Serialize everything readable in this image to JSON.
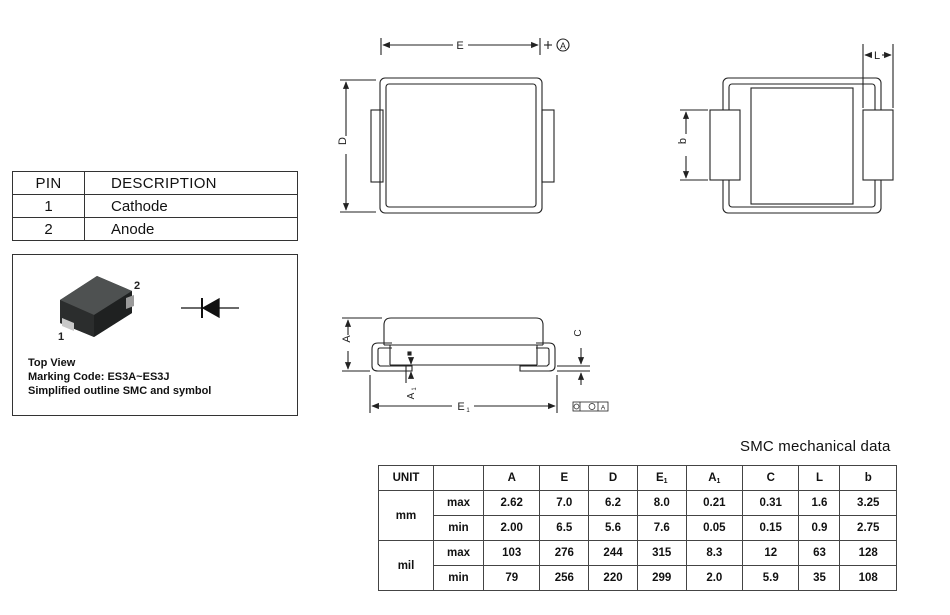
{
  "pin_table": {
    "headers": [
      "PIN",
      "DESCRIPTION"
    ],
    "rows": [
      {
        "pin": "1",
        "description": "Cathode"
      },
      {
        "pin": "2",
        "description": "Anode"
      }
    ]
  },
  "package": {
    "pin_label_1": "1",
    "pin_label_2": "2",
    "lines": [
      "Top View",
      "Marking Code:  ES3A~ES3J",
      "Simplified outline SMC and symbol"
    ]
  },
  "drawing_labels": {
    "E": "E",
    "D": "D",
    "A_circled": "A",
    "L": "L",
    "b": "b",
    "A": "A",
    "A1_main": "A",
    "A1_sub": "1",
    "E1_main": "E",
    "E1_sub": "1",
    "C": "C",
    "tolerance_a": "A"
  },
  "mechanical": {
    "title": "SMC mechanical data",
    "unit_header": "UNIT",
    "columns": [
      {
        "main": "A",
        "sub": ""
      },
      {
        "main": "E",
        "sub": ""
      },
      {
        "main": "D",
        "sub": ""
      },
      {
        "main": "E",
        "sub": "1"
      },
      {
        "main": "A",
        "sub": "1"
      },
      {
        "main": "C",
        "sub": ""
      },
      {
        "main": "L",
        "sub": ""
      },
      {
        "main": "b",
        "sub": ""
      }
    ],
    "groups": [
      {
        "unit": "mm",
        "rows": [
          {
            "label": "max",
            "values": [
              "2.62",
              "7.0",
              "6.2",
              "8.0",
              "0.21",
              "0.31",
              "1.6",
              "3.25"
            ]
          },
          {
            "label": "min",
            "values": [
              "2.00",
              "6.5",
              "5.6",
              "7.6",
              "0.05",
              "0.15",
              "0.9",
              "2.75"
            ]
          }
        ]
      },
      {
        "unit": "mil",
        "rows": [
          {
            "label": "max",
            "values": [
              "103",
              "276",
              "244",
              "315",
              "8.3",
              "12",
              "63",
              "128"
            ]
          },
          {
            "label": "min",
            "values": [
              "79",
              "256",
              "220",
              "299",
              "2.0",
              "5.9",
              "35",
              "108"
            ]
          }
        ]
      }
    ]
  }
}
